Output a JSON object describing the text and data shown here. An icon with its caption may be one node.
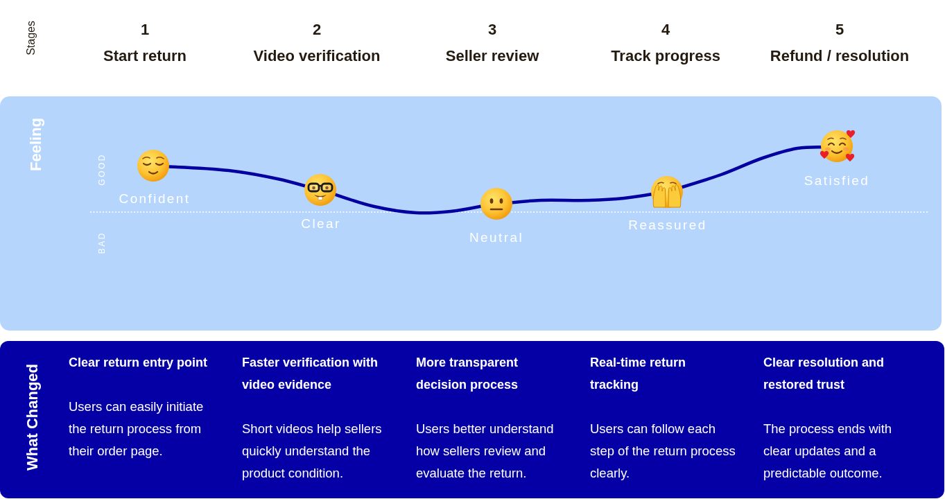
{
  "diagram": {
    "nodes": [
      {
        "text": [
          "Feeling",
          "GOOD",
          "BAD"
        ]
      },
      {
        "text": [],
        "shape": "picture",
        "in": 0,
        "beside": [
          "Confident"
        ]
      },
      {
        "text": [],
        "shape": "picture",
        "in": 0,
        "beside": [
          "Clear"
        ]
      },
      {
        "text": [],
        "shape": "picture",
        "in": 0,
        "beside": [
          "Neutral"
        ]
      },
      {
        "text": [],
        "shape": "picture",
        "in": 0,
        "beside": [
          "Reassured"
        ]
      },
      {
        "text": [],
        "shape": "picture",
        "in": 0,
        "beside": [
          "Satisfied"
        ]
      },
      {
        "text": [
          "What Changed",
          "Clear return entry point",
          "Users can easily initiate the return process from their order page.",
          "Faster verification with video evidence",
          "Short videos help sellers quickly understand the product condition.",
          "More transparent decision process",
          "Users better understand how sellers review and evaluate the return.",
          "Real-time return tracking",
          "Users can follow each step of the return process clearly.",
          "Clear resolution and restored trust",
          "The process ends with clear updates and a predictable outcome."
        ]
      }
    ],
    "edges": [
      {
        "from": 1,
        "to": 2,
        "arrow": "none"
      },
      {
        "from": 2,
        "to": 3,
        "arrow": "none"
      },
      {
        "from": 3,
        "to": 4,
        "arrow": "none"
      },
      {
        "from": 4,
        "to": 5,
        "arrow": "none"
      }
    ],
    "labels": [
      "Stages",
      "1",
      "Start return",
      "2",
      "Video verification",
      "3",
      "Seller review",
      "4",
      "Track progress",
      "5",
      "Refund / resolution"
    ]
  }
}
